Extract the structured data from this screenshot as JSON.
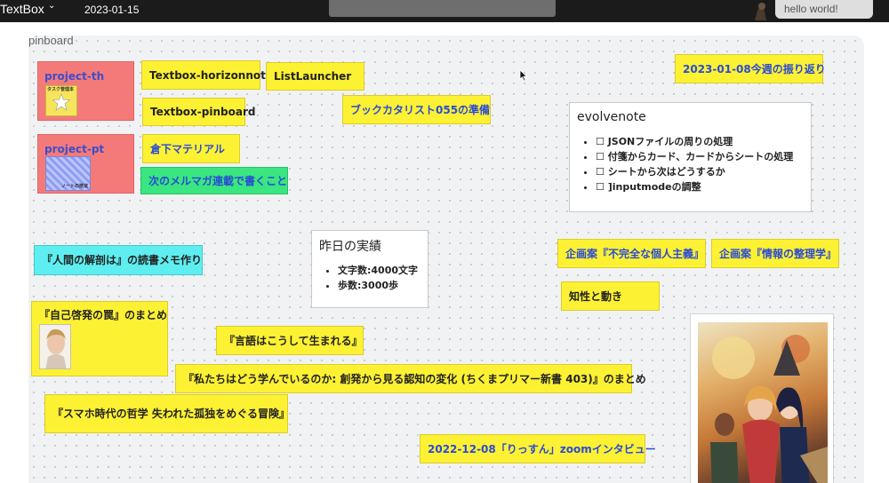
{
  "topbar": {
    "app_title": "TextBox",
    "chevron": "⌄",
    "date": "2023-01-15",
    "chat": "hello world!"
  },
  "board": {
    "label": "pinboard"
  },
  "notes": {
    "project_th": {
      "title": "project-th",
      "thumb_caption": "タスク管理本"
    },
    "project_pt": {
      "title": "project-pt",
      "thumb_caption": "ノートの技法"
    },
    "horizonnote": "Textbox-horizonnote",
    "listlauncher": "ListLauncher",
    "pinboard_note": "Textbox-pinboard",
    "bookcatalyst": "ブックカタリスト055の準備",
    "kurashita": "倉下マテリアル",
    "mailmag": "次のメルマガ連載で書くこと",
    "review": "2023-01-08今週の振り返り",
    "anatomy": "『人間の解剖は』の読書メモ作り",
    "plan_individual": "企画案『不完全な個人主義』",
    "plan_info": "企画案『情報の整理学』",
    "intellect": "知性と動き",
    "self_help": "『自己啓発の罠』のまとめ",
    "language": "『言語はこうして生まれる』",
    "learning": "『私たちはどう学んでいるのか: 創発から見る認知の変化 (ちくまプリマー新書 403)』のまとめ",
    "smartphone": "『スマホ時代の哲学 失われた孤独をめぐる冒険』",
    "interview": "2022-12-08「りっすん」zoomインタビュー"
  },
  "evolvenote": {
    "title": "evolvenote",
    "items": [
      "☐ JSONファイルの周りの処理",
      "☐ 付箋からカード、カードからシートの処理",
      "☐ シートから次はどうするか",
      "☐ ]inputmodeの調整"
    ]
  },
  "yesterday": {
    "title": "昨日の実績",
    "items": [
      "文字数:4000文字",
      "歩数:3000歩"
    ]
  },
  "colors": {
    "note_yellow": "#fdf133",
    "note_red": "#f47a7a",
    "note_green": "#39e67f",
    "note_cyan": "#5eeef0",
    "link_blue": "#2a4bd4"
  },
  "icons": [
    "chevron-down-icon",
    "star-icon",
    "cursor-icon",
    "avatar"
  ]
}
